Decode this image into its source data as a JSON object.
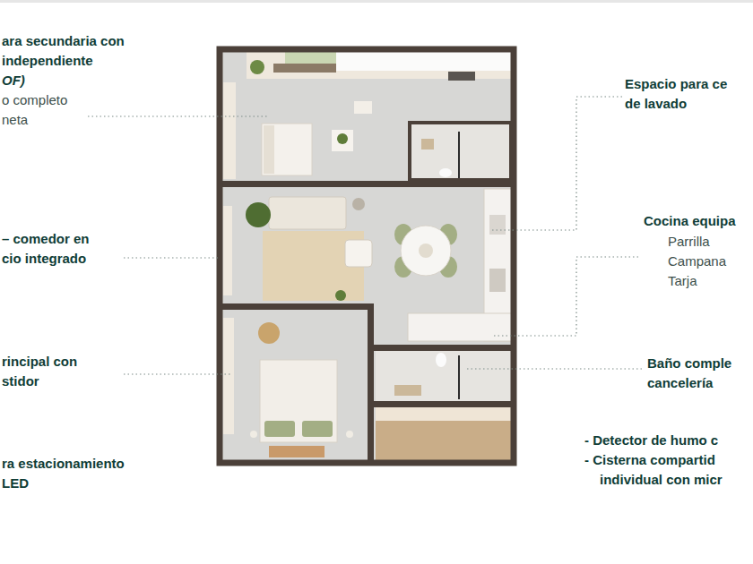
{
  "diagram": {
    "labels": [
      "ara secundaria con independiente",
      "OF)",
      "o completo",
      "neta",
      "– comedor en cio integrado",
      "rincipal con stidor",
      "ra estacionamiento LED",
      "Espacio para ce de lavado",
      "Cocina equipa",
      "Parrilla",
      "Campana",
      "Tarja",
      "Baño comple cancelería",
      "- Detector de humo c",
      "- Cisterna compartid individual con micr"
    ]
  }
}
